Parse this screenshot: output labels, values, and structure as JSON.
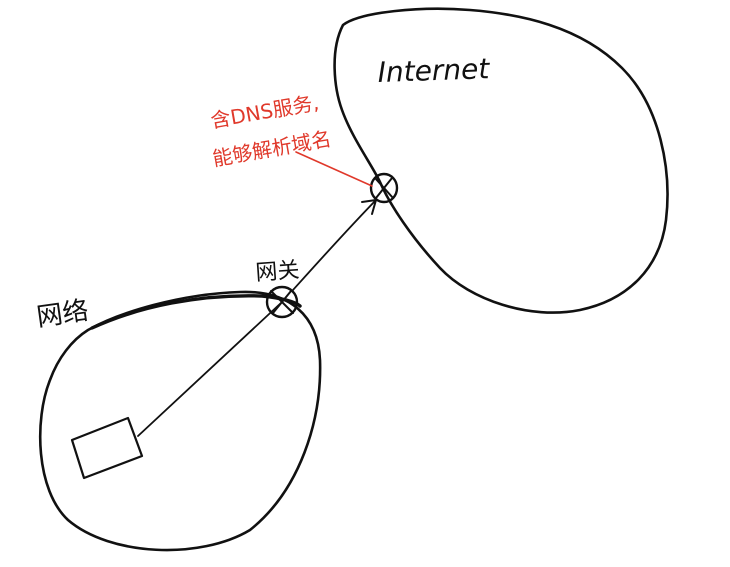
{
  "labels": {
    "internet": "Internet",
    "network": "网络",
    "gateway": "网关",
    "annotation_line1": "含DNS服务,",
    "annotation_line2": "能够解析域名"
  },
  "colors": {
    "ink": "#111111",
    "annotation": "#e0392b",
    "background": "#ffffff"
  }
}
